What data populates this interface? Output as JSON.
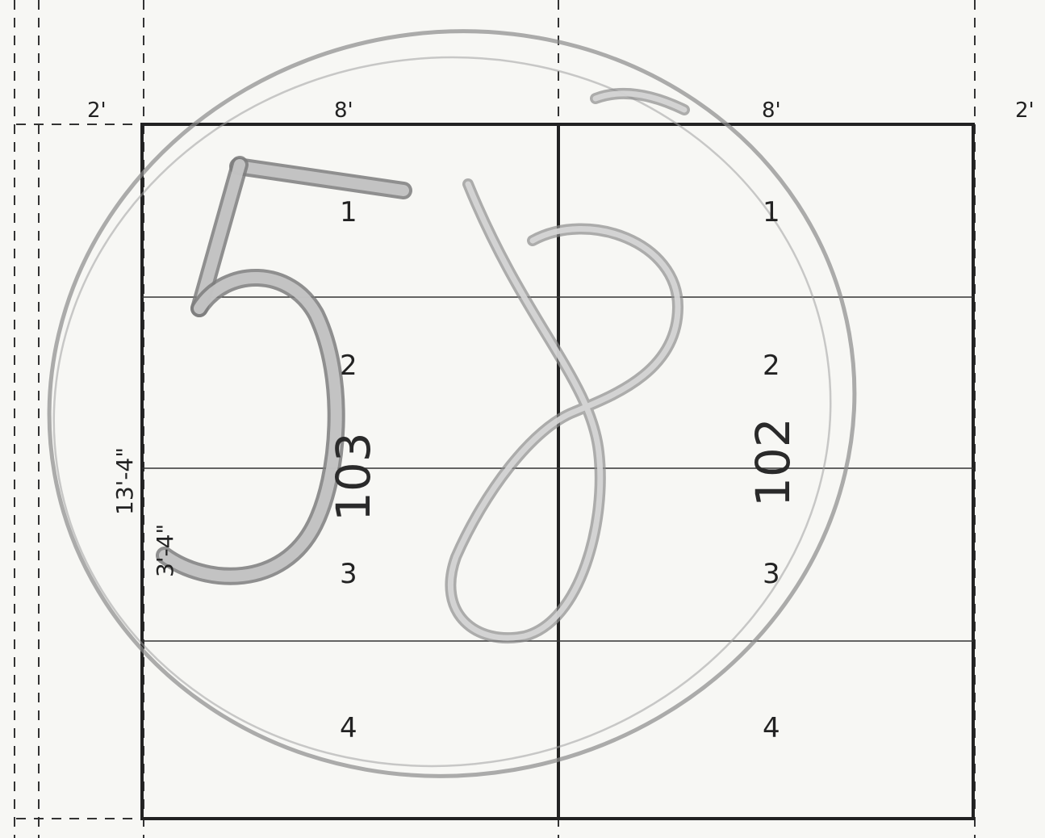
{
  "drawing": {
    "top_dimensions": {
      "left_margin": "2'",
      "left_bay": "8'",
      "right_bay": "8'",
      "right_margin": "2'"
    },
    "side_dimensions": {
      "total_height": "13'-4\"",
      "row_height": "3'-4\""
    },
    "units": {
      "left": "103",
      "right": "102"
    },
    "left_rows": [
      "1",
      "2",
      "3",
      "4"
    ],
    "right_rows": [
      "1",
      "2",
      "3",
      "4"
    ],
    "handwritten_mark": "58"
  }
}
